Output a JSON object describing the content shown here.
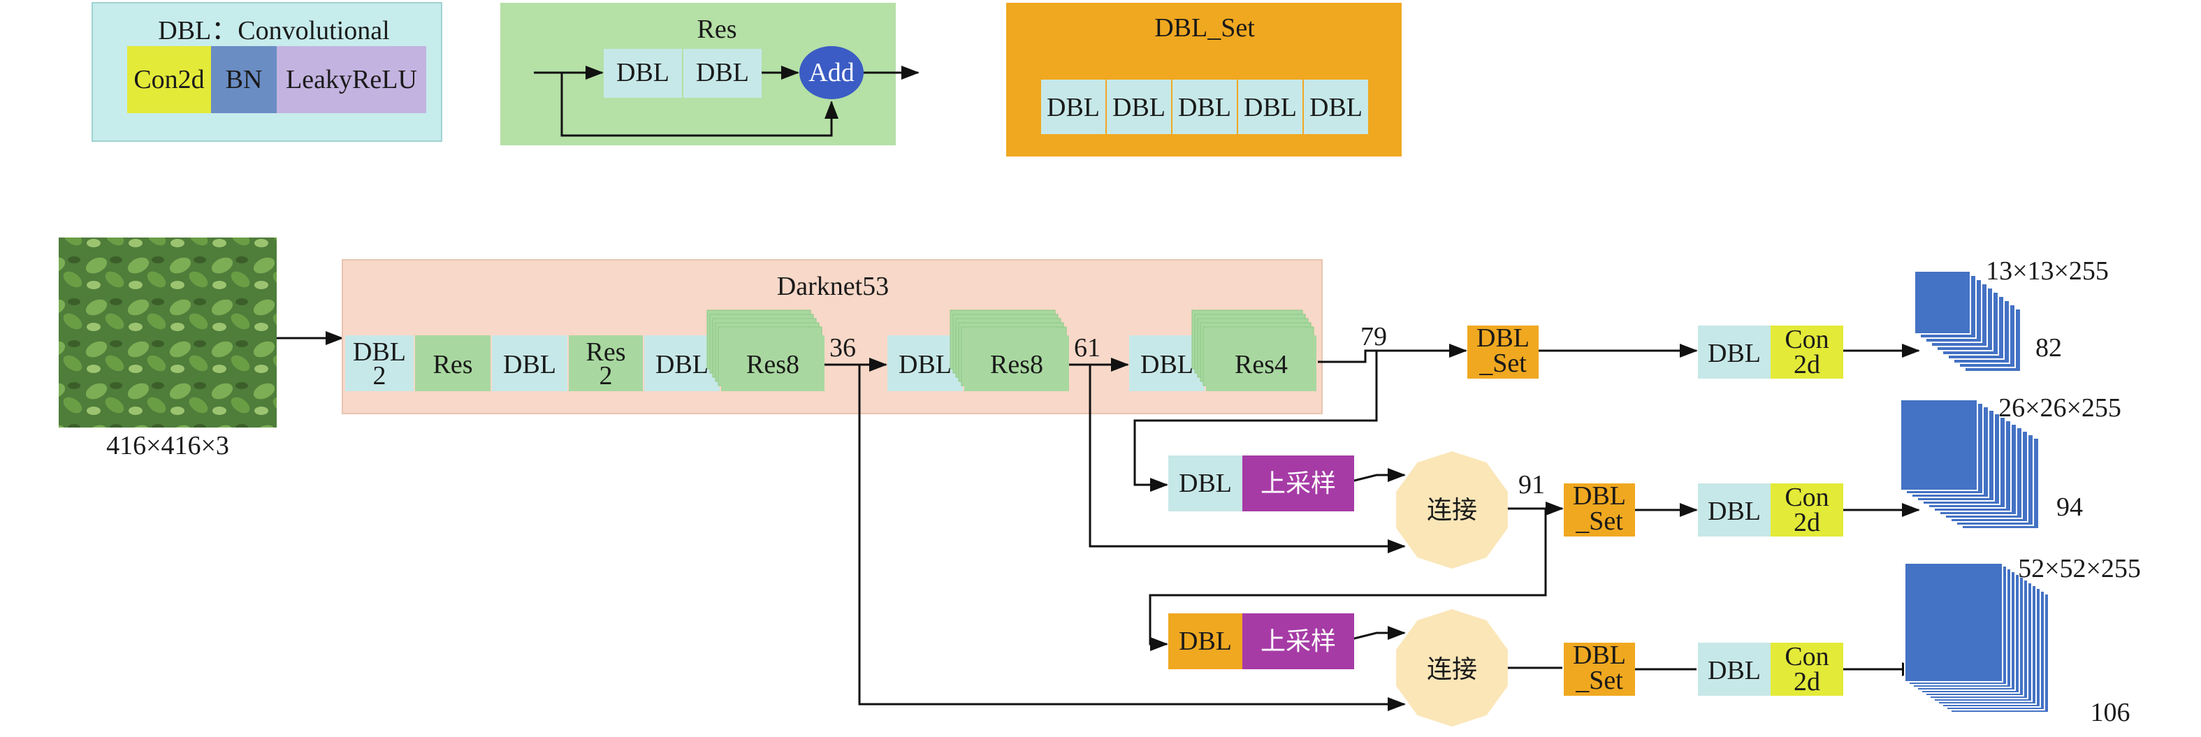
{
  "legend": {
    "dbl": {
      "title": "DBL：Convolutional",
      "parts": [
        "Con2d",
        "BN",
        "LeakyReLU"
      ]
    },
    "res": {
      "title": "Res",
      "blocks": [
        "DBL",
        "DBL"
      ],
      "add": "Add"
    },
    "dbl_set": {
      "title": "DBL_Set",
      "blocks": [
        "DBL",
        "DBL",
        "DBL",
        "DBL",
        "DBL"
      ]
    }
  },
  "input": {
    "size_label": "416×416×3"
  },
  "backbone": {
    "title": "Darknet53",
    "blocks": [
      "DBL\n2",
      "Res",
      "DBL",
      "Res\n2",
      "DBL",
      "Res8",
      "DBL",
      "Res8",
      "DBL",
      "Res4"
    ]
  },
  "taps": {
    "t36": "36",
    "t61": "61",
    "t79": "79",
    "t91": "91"
  },
  "heads": [
    {
      "dbl_set": "DBL\n_Set",
      "dbl": "DBL",
      "conv": "Con\n2d",
      "out_dims": "13×13×255",
      "out_layer": "82"
    },
    {
      "dbl_set": "DBL\n_Set",
      "dbl": "DBL",
      "conv": "Con\n2d",
      "out_dims": "26×26×255",
      "out_layer": "94"
    },
    {
      "dbl_set": "DBL\n_Set",
      "dbl": "DBL",
      "conv": "Con\n2d",
      "out_dims": "52×52×255",
      "out_layer": "106"
    }
  ],
  "upsample": [
    {
      "dbl": "DBL",
      "up": "上采样"
    },
    {
      "dbl": "DBL",
      "up": "上采样"
    }
  ],
  "concat": [
    "连接",
    "连接"
  ],
  "colors": {
    "dbl_box": "#c7e8e8",
    "res_box": "#a8d8a0",
    "conv_yellow": "#e3ea38",
    "bn_blue": "#6a8dc4",
    "leaky_purple": "#c3b3e0",
    "legend_dbl_bg": "#c7ecec",
    "legend_res_bg": "#b5e0a6",
    "orange": "#f0a820",
    "darknet_bg": "#f8d8c8",
    "upsample_purple": "#a63ba6",
    "concat_fill": "#fbe6b8",
    "output_blue": "#4472c4",
    "add_blue": "#3b5cc4"
  }
}
